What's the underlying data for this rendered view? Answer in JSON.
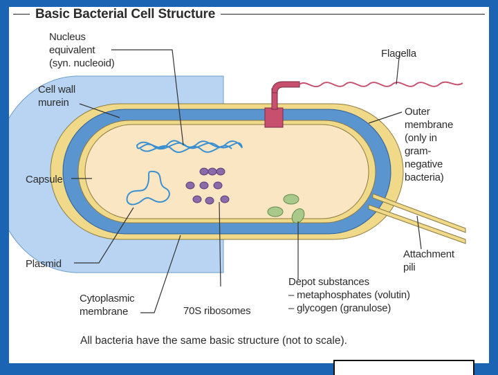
{
  "title": "Basic Bacterial Cell Structure",
  "labels": {
    "nucleus": "Nucleus\nequivalent\n(syn. nucleoid)",
    "cellwall": "Cell wall\nmurein",
    "capsule": "Capsule",
    "plasmid": "Plasmid",
    "cytoplasmic": "Cytoplasmic\nmembrane",
    "ribosomes": "70S ribosomes",
    "depot": "Depot substances\n– metaphosphates (volutin)\n– glycogen (granulose)",
    "flagella": "Flagella",
    "outer": "Outer\nmembrane\n(only in\ngram-\nnegative\nbacteria)",
    "pili": "Attachment\npili"
  },
  "caption": "All bacteria have the same basic structure (not to scale).",
  "colors": {
    "capsule": "#b8d4f2",
    "cell_wall": "#5a95cf",
    "outer_membrane": "#f1d98a",
    "cytoplasm": "#fbe6c4",
    "dna": "#3a8fd0",
    "ribosome": "#8a6aa8",
    "granule": "#a8c98a",
    "flagella_base": "#c8506f",
    "flagella": "#c8506f",
    "frame": "#1b63b3"
  }
}
